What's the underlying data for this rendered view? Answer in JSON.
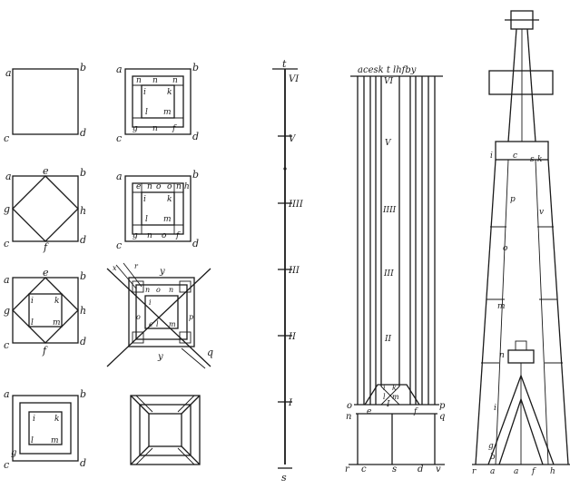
{
  "sq1": {
    "a": "a",
    "b": "b",
    "c": "c",
    "d": "d"
  },
  "sq2": {
    "a": "a",
    "b": "b",
    "c": "c",
    "d": "d",
    "e": "e",
    "f": "f",
    "g": "g",
    "h": "h"
  },
  "sq3": {
    "a": "a",
    "b": "b",
    "c": "c",
    "d": "d",
    "e": "e",
    "f": "f",
    "g": "g",
    "h": "h",
    "i": "i",
    "k": "k",
    "l": "l",
    "m": "m"
  },
  "sq4": {
    "a": "a",
    "b": "b",
    "c": "c",
    "d": "d",
    "g": "g",
    "i": "i",
    "k": "k",
    "l": "l",
    "m": "m"
  },
  "mid1": {
    "a": "a",
    "b": "b",
    "c": "c",
    "d": "d",
    "n": "n",
    "i": "i",
    "k": "k",
    "l": "l",
    "m": "m",
    "g": "g",
    "f": "f"
  },
  "mid2": {
    "a": "a",
    "b": "b",
    "c": "c",
    "d": "d",
    "e": "e",
    "n": "n",
    "o": "o",
    "h": "h",
    "i": "i",
    "k": "k",
    "l": "l",
    "m": "m",
    "g": "g",
    "f": "f"
  },
  "mid3": {
    "x": "x",
    "y": "y",
    "r": "r",
    "q": "q",
    "n": "n",
    "o": "o",
    "i": "i",
    "e": "e",
    "l": "l",
    "m": "m",
    "p": "p"
  },
  "scale": {
    "top": "t",
    "bottom": "s",
    "marks": [
      "VI",
      "V",
      "IIII",
      "III",
      "II",
      "I"
    ]
  },
  "elevation": {
    "header": "acesk t lhfby",
    "marks": [
      "VI",
      "V",
      "IIII",
      "III",
      "II",
      "I"
    ],
    "left": {
      "o": "o",
      "n": "n"
    },
    "right": {
      "p": "p",
      "q": "q"
    },
    "inner": {
      "e": "e",
      "f": "f",
      "i": "i",
      "k": "k",
      "l": "l",
      "m": "m"
    },
    "base": [
      "r",
      "c",
      "s",
      "d",
      "v"
    ]
  },
  "spire": {
    "labels": [
      "i",
      "c",
      "s",
      "k",
      "p",
      "v",
      "o",
      "m",
      "n",
      "i",
      "g",
      "b",
      "r",
      "a",
      "a",
      "f",
      "h"
    ]
  }
}
